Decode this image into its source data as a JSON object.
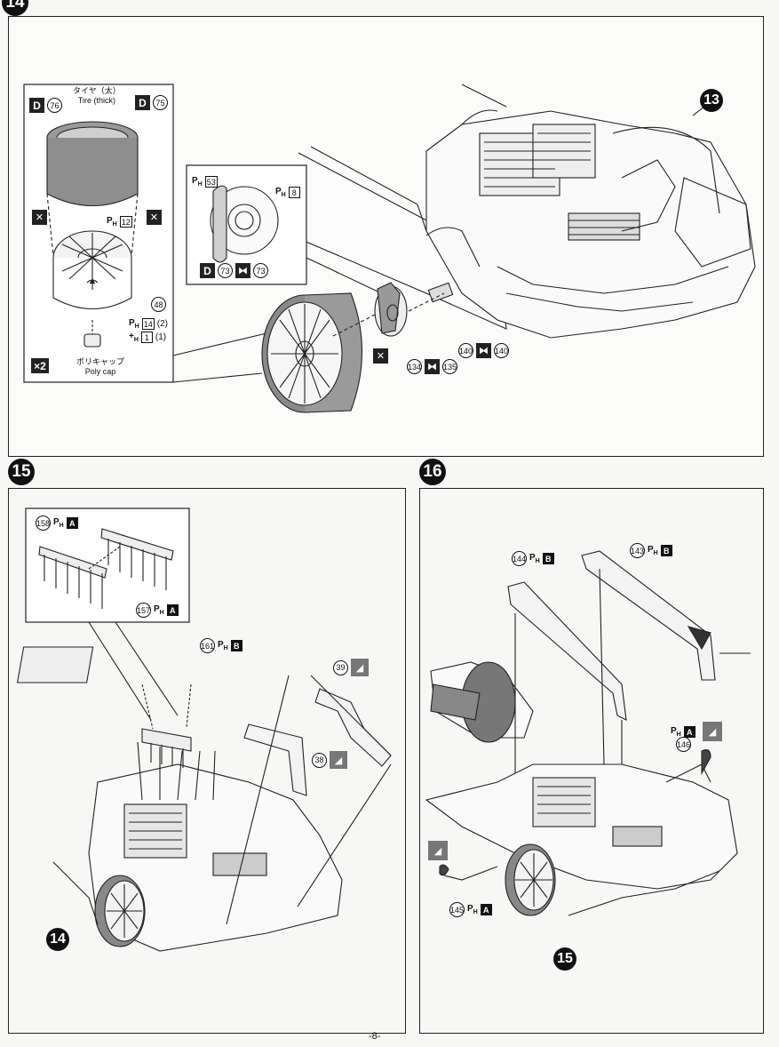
{
  "steps": {
    "s14": {
      "num": "14"
    },
    "s15": {
      "num": "15"
    },
    "s16": {
      "num": "16"
    }
  },
  "step14": {
    "ref13": "13",
    "tire_jp": "タイヤ（太）",
    "tire_en": "Tire (thick)",
    "tire_left": {
      "letter": "D",
      "part": "76"
    },
    "tire_right": {
      "letter": "D",
      "part": "75"
    },
    "wheel_paint": {
      "ph": "P",
      "sub": "H",
      "code": "12"
    },
    "wheel_part": "48",
    "wheel_paint2": {
      "ph": "P",
      "sub": "H",
      "code": "14",
      "qty": "(2)"
    },
    "wheel_paint3": {
      "ph": "+",
      "sub": "H",
      "code": "1",
      "qty": "(1)"
    },
    "polycap_jp": "ポリキャップ",
    "polycap_en": "Poly cap",
    "qty": "×2",
    "disc_paint1": {
      "ph": "P",
      "sub": "H",
      "code": "53"
    },
    "disc_paint2": {
      "ph": "P",
      "sub": "H",
      "code": "8"
    },
    "disc_parts": {
      "letter": "D",
      "a": "73",
      "b": "73"
    },
    "hub_parts": {
      "a": "134",
      "b": "135"
    },
    "axle_parts": {
      "a": "140",
      "b": "140"
    }
  },
  "step15": {
    "p158": "158",
    "p158_paint": {
      "ph": "P",
      "sub": "H",
      "code": "A"
    },
    "p157": "157",
    "p157_paint": {
      "ph": "P",
      "sub": "H",
      "code": "A"
    },
    "p161": "161",
    "p161_paint": {
      "ph": "P",
      "sub": "H",
      "code": "B"
    },
    "p39": "39",
    "p38": "38",
    "ref14": "14"
  },
  "step16": {
    "p144": "144",
    "p144_paint": {
      "ph": "P",
      "sub": "H",
      "code": "B"
    },
    "p143": "143",
    "p143_paint": {
      "ph": "P",
      "sub": "H",
      "code": "B"
    },
    "p146": "146",
    "p146_paint": {
      "ph": "P",
      "sub": "H",
      "code": "A"
    },
    "p145": "145",
    "p145_paint": {
      "ph": "P",
      "sub": "H",
      "code": "A"
    },
    "ref15": "15"
  },
  "page_number": "-8-"
}
